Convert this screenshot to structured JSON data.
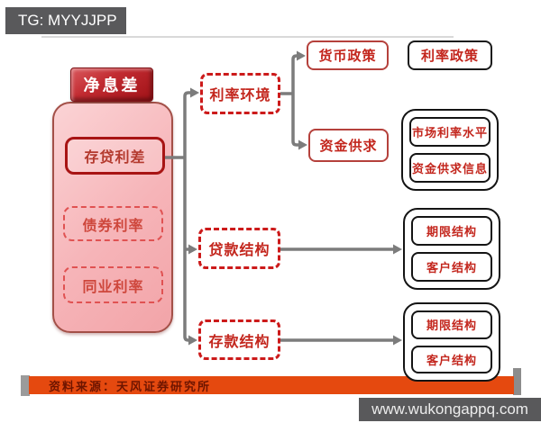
{
  "watermarks": {
    "tg_badge": "TG: MYYJJPP",
    "website": "www.wukongappq.com"
  },
  "source_bar": {
    "text": "资料来源：天风证券研究所"
  },
  "diagram": {
    "root": "净息差",
    "left_panel": {
      "spread": "存贷利差",
      "bond_rate": "债券利率",
      "interbank_rate": "同业利率"
    },
    "mid": {
      "rate_environment": "利率环境",
      "loan_structure": "贷款结构",
      "deposit_structure": "存款结构"
    },
    "right": {
      "monetary_policy": "货币政策",
      "rate_policy": "利率政策",
      "funds_supply_demand": "资金供求"
    },
    "groups": {
      "rate_factors": [
        "市场利率水平",
        "资金供求信息"
      ],
      "loan_factors": [
        "期限结构",
        "客户结构"
      ],
      "deposit_factors": [
        "期限结构",
        "客户结构"
      ]
    },
    "colors": {
      "red_text": "#C3261D",
      "dashed_red": "#CC1A1A",
      "solid_red_border": "#A81414",
      "panel_fill": "#F6B4B8",
      "panel_border": "#A35048",
      "root_red": "#B5252A",
      "connector_gray": "#7C7C7C",
      "black_border": "#1A1A1A",
      "orange_bar": "#E5490F",
      "orange_bar_text": "#6E1500",
      "watermark_bg": "#59595B"
    }
  }
}
